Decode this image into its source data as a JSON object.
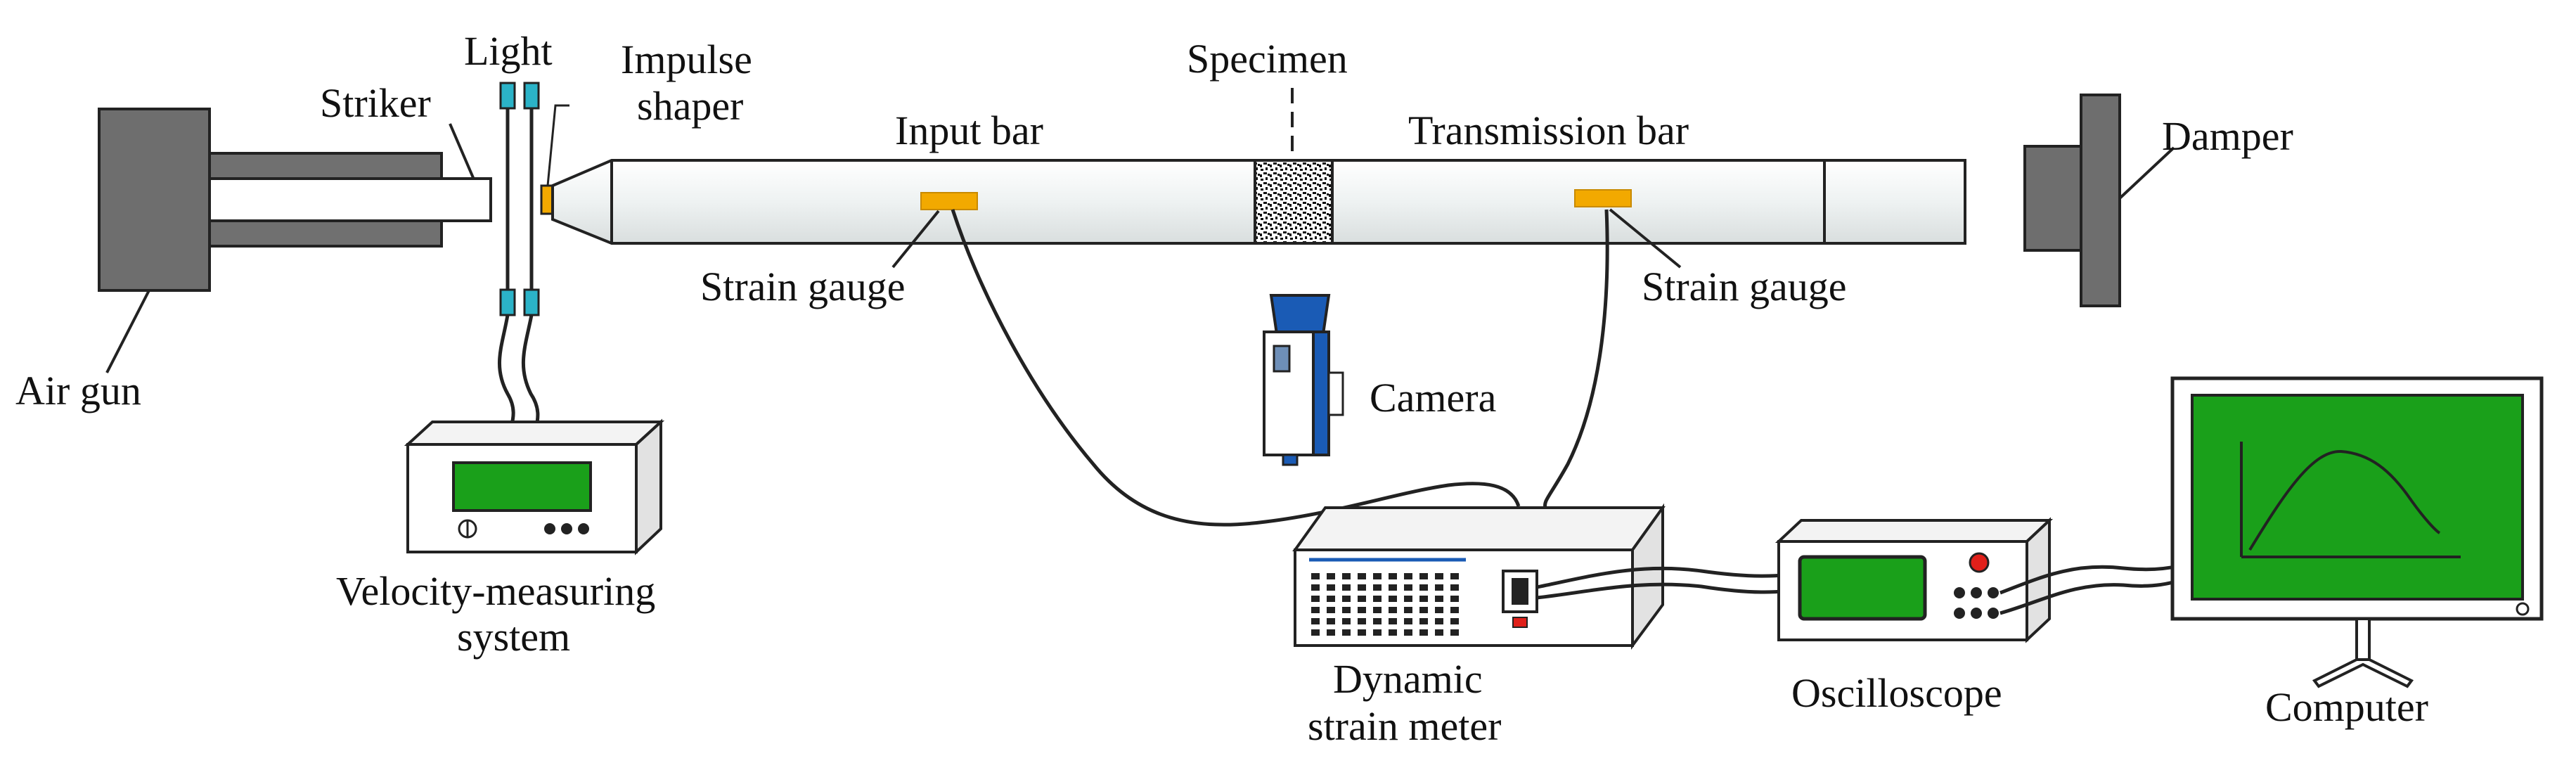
{
  "labels": {
    "light": "Light",
    "striker": "Striker",
    "impulse_shaper_1": "Impulse",
    "impulse_shaper_2": "shaper",
    "specimen": "Specimen",
    "input_bar": "Input bar",
    "transmission_bar": "Transmission bar",
    "damper": "Damper",
    "strain_gauge_left": "Strain gauge",
    "strain_gauge_right": "Strain gauge",
    "air_gun": "Air gun",
    "camera": "Camera",
    "velocity_1": "Velocity-measuring",
    "velocity_2": "system",
    "dynamic_1": "Dynamic",
    "dynamic_2": "strain meter",
    "oscilloscope": "Oscilloscope",
    "computer": "Computer"
  },
  "colors": {
    "gray_dark": "#6e6e6e",
    "bar_fill": "#f0f3f3",
    "gauge": "#f2a900",
    "light_cyan": "#2bb3c8",
    "screen_green": "#1aa01a",
    "camera_blue": "#1a5bb5",
    "red_button": "#e0201a"
  },
  "icons": [
    "air-gun-icon",
    "damper-icon",
    "camera-icon",
    "velocity-box-icon",
    "strain-meter-icon",
    "oscilloscope-icon",
    "computer-icon"
  ]
}
